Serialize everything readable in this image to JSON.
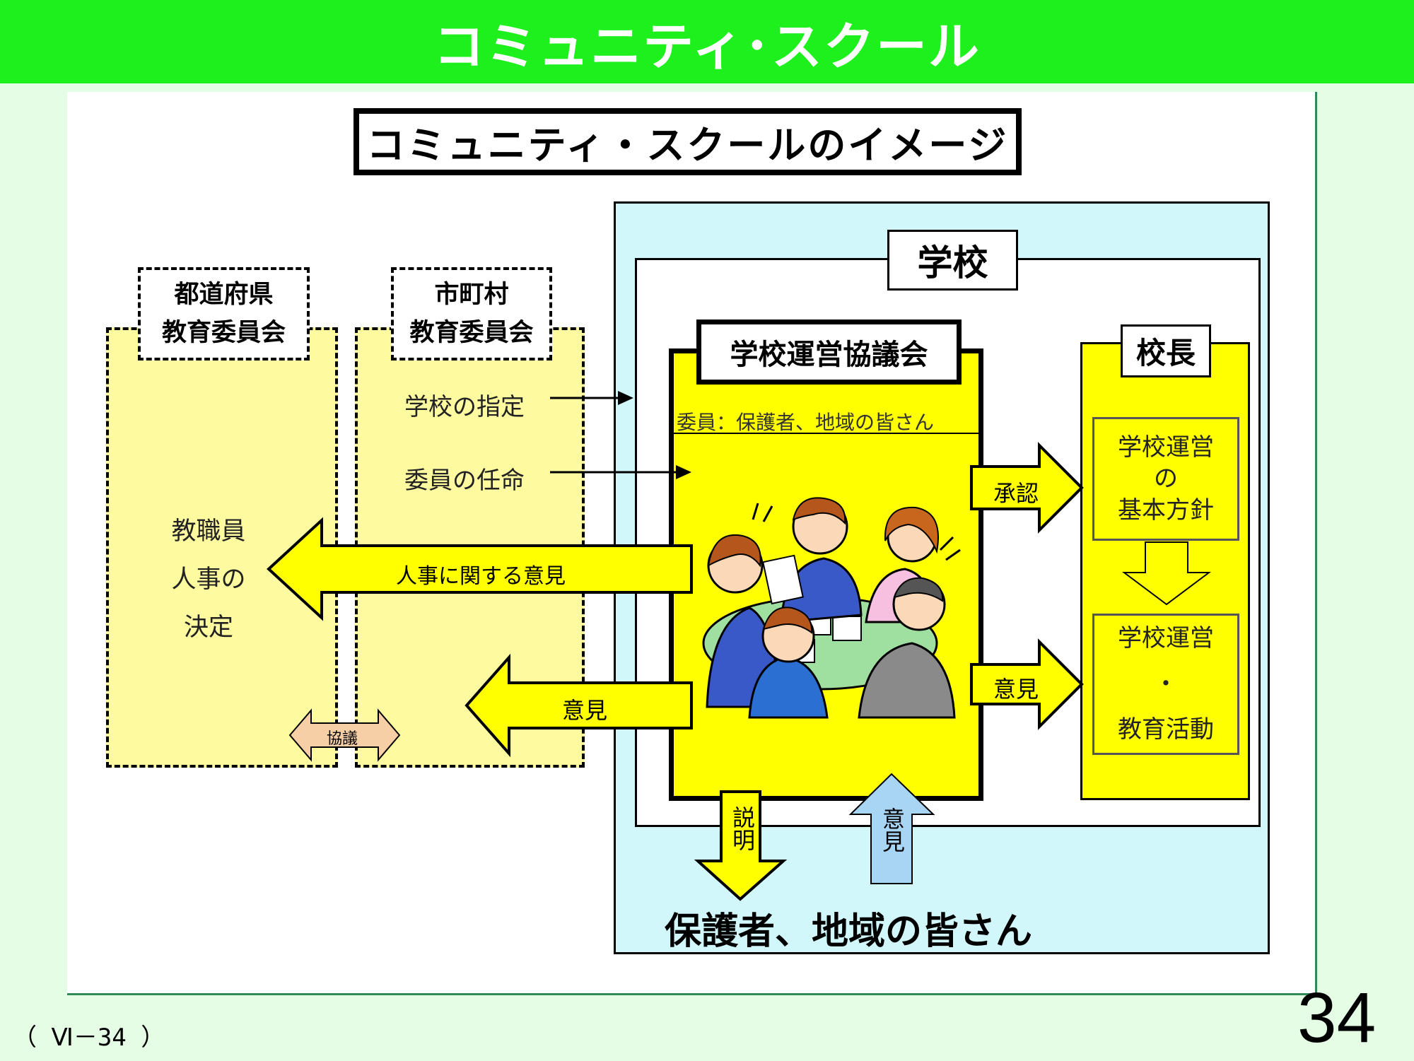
{
  "slide": {
    "title": "コミュニティ･スクール",
    "page_ref": "（ Ⅵ－34 ）",
    "page_number": "34"
  },
  "diagram": {
    "title": "コミュニティ・スクールのイメージ",
    "school_label": "学校",
    "prefecture": {
      "line1": "都道府県",
      "line2": "教育委員会",
      "decision_lines": [
        "教職員",
        "人事の",
        "決定"
      ]
    },
    "municipality": {
      "line1": "市町村",
      "line2": "教育委員会",
      "designation": "学校の指定",
      "appointment": "委員の任命"
    },
    "consultation": "協議",
    "council": {
      "label": "学校運営協議会",
      "members": "委員：保護者、地域の皆さん"
    },
    "principal": {
      "label": "校長",
      "policy": [
        "学校運営",
        "の",
        "基本方針"
      ],
      "operation": [
        "学校運営",
        "・",
        "教育活動"
      ]
    },
    "arrows": {
      "personnel_opinion": "人事に関する意見",
      "opinion_to_muni": "意見",
      "approval": "承認",
      "opinion_to_principal": "意見",
      "explanation": "説明",
      "opinion_from_community": "意見"
    },
    "community": "保護者、地域の皆さん"
  }
}
